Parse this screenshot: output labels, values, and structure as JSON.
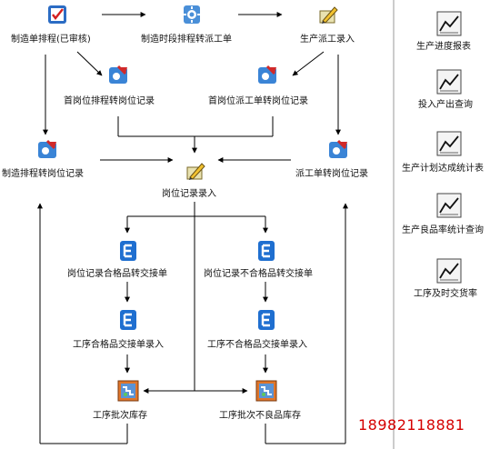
{
  "flow": {
    "manufacture_order_schedule": "制造单排程(已审核)",
    "stage_schedule_to_dispatch": "制造时段排程转派工单",
    "production_dispatch_entry": "生产派工录入",
    "first_post_schedule_to_post_record": "首岗位排程转岗位记录",
    "first_post_dispatch_to_post_record": "首岗位派工单转岗位记录",
    "manufacture_schedule_to_post_record": "制造排程转岗位记录",
    "post_record_entry": "岗位记录录入",
    "dispatch_to_post_record": "派工单转岗位记录",
    "post_record_good_to_handover": "岗位记录合格品转交接单",
    "post_record_bad_to_handover": "岗位记录不合格品转交接单",
    "process_good_handover_entry": "工序合格品交接单录入",
    "process_bad_handover_entry": "工序不合格品交接单录入",
    "process_batch_inventory": "工序批次库存",
    "process_batch_defect_inventory": "工序批次不良品库存"
  },
  "reports": [
    "生产进度报表",
    "投入产出查询",
    "生产计划达成统计表",
    "生产良品率统计查询",
    "工序及时交货率"
  ],
  "phone": "18982118881",
  "colors": {
    "phone": "#d50000",
    "line": "#000000",
    "divider": "#9a9a9a"
  }
}
